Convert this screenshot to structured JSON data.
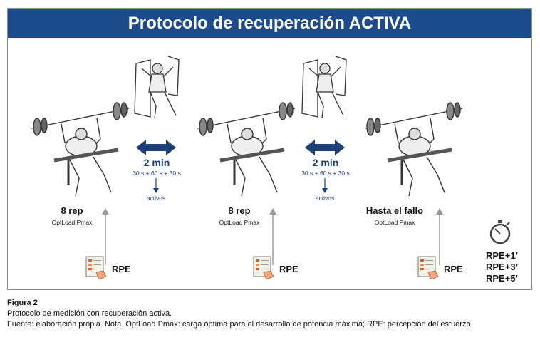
{
  "figure": {
    "title": "Protocolo de recuperación ACTIVA",
    "exercises": [
      {
        "label": "8 rep",
        "sub": "OptLoad Pmax"
      },
      {
        "label": "8 rep",
        "sub": "OptLoad Pmax"
      },
      {
        "label": "Hasta el fallo",
        "sub": "OptLoad Pmax"
      }
    ],
    "rests": [
      {
        "duration": "2 min",
        "detail": "30 s + 60 s + 30 s",
        "note": "activos"
      },
      {
        "duration": "2 min",
        "detail": "30 s + 60 s + 30 s",
        "note": "activos"
      }
    ],
    "rpe_label": "RPE",
    "rpe_final": [
      "RPE+1’",
      "RPE+3’",
      "RPE+5’"
    ]
  },
  "caption": {
    "figure_number": "Figura 2",
    "description": "Protocolo de medición con recuperación activa.",
    "source": "Fuente: elaboración propia. Nota. OptLoad Pmax: carga óptima para el desarrollo de potencia máxima; RPE: percepción del esfuerzo."
  },
  "colors": {
    "title_bg": "#1b4a8d",
    "arrow": "#1b3f7a",
    "pointer": "#9a9a9a"
  }
}
